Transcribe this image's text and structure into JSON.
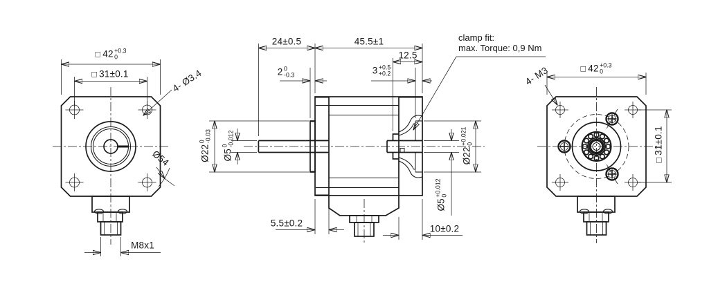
{
  "title": "encoder-dimension-drawing",
  "colors": {
    "line": "#1b1b1b",
    "background": "#ffffff"
  },
  "labels": {
    "front42": {
      "square": "□",
      "value": "42",
      "tol_top": "+0.3",
      "tol_bottom": "0"
    },
    "front31": {
      "square": "□",
      "value": "31±0.1"
    },
    "front_holes": "4- Ø3.4",
    "front_boltcircle": "Ø54",
    "front_thread": "M8x1",
    "side24": "24±0.5",
    "side455": "45.5±1",
    "side125": "12.5",
    "side2": {
      "value": "2",
      "tol_top": "0",
      "tol_bottom": "-0.3"
    },
    "side3": {
      "value": "3",
      "tol_top": "+0.5",
      "tol_bottom": "+0.2"
    },
    "side_d22_left": {
      "value": "Ø22",
      "tol_top": "0",
      "tol_bottom": "-0.03"
    },
    "side_d5_left": {
      "value": "Ø5",
      "tol_top": "0",
      "tol_bottom": "-0.012"
    },
    "side_d22_right": {
      "value": "Ø22",
      "tol_top": "+0.021",
      "tol_bottom": "0"
    },
    "side_d5_right": {
      "value": "Ø5",
      "tol_top": "+0.012",
      "tol_bottom": "0"
    },
    "side55": "5.5±0.2",
    "side10": "10±0.2",
    "back42": {
      "square": "□",
      "value": "42",
      "tol_top": "+0.3",
      "tol_bottom": "0"
    },
    "back31": {
      "square": "□",
      "value": "31±0.1"
    },
    "back_holes": "4- M3",
    "note": {
      "line1": "clamp fit:",
      "line2": "max. Torque: 0,9 Nm"
    }
  }
}
